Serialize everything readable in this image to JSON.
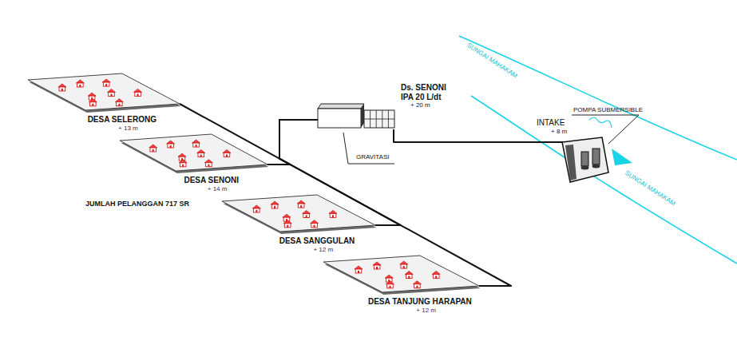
{
  "diagram": {
    "nodes": [
      {
        "text": [
          "DESA SELERONG",
          "+ 13 m"
        ]
      },
      {
        "text": [
          "Ds. SENONI IPA 20 L/dt",
          "+ 20 m"
        ]
      },
      {
        "text": [
          "INTAKE",
          "+ 8 m"
        ]
      },
      {
        "text": [
          "DESA SENONI",
          "+ 14 m"
        ]
      },
      {
        "text": [
          "DESA SANGGULAN",
          "+ 12 m"
        ]
      },
      {
        "text": [
          "DESA TANJUNG HARAPAN",
          "+ 12 m"
        ]
      }
    ],
    "edges": [
      {
        "from": 2,
        "to": 1,
        "arrow": "none"
      },
      {
        "from": 1,
        "to": 0,
        "arrow": "none"
      },
      {
        "from": 1,
        "to": 3,
        "arrow": "none"
      },
      {
        "from": 1,
        "to": 4,
        "arrow": "none"
      },
      {
        "from": 1,
        "to": 5,
        "arrow": "none"
      }
    ],
    "labels": [
      "GRAVITASI",
      "JUMLAH PELANGGAN 717 SR",
      "POMPA SUBMERSIBLE",
      "SUNGAI MAHAKAM",
      "SUNGAI MAHAKAM"
    ]
  }
}
